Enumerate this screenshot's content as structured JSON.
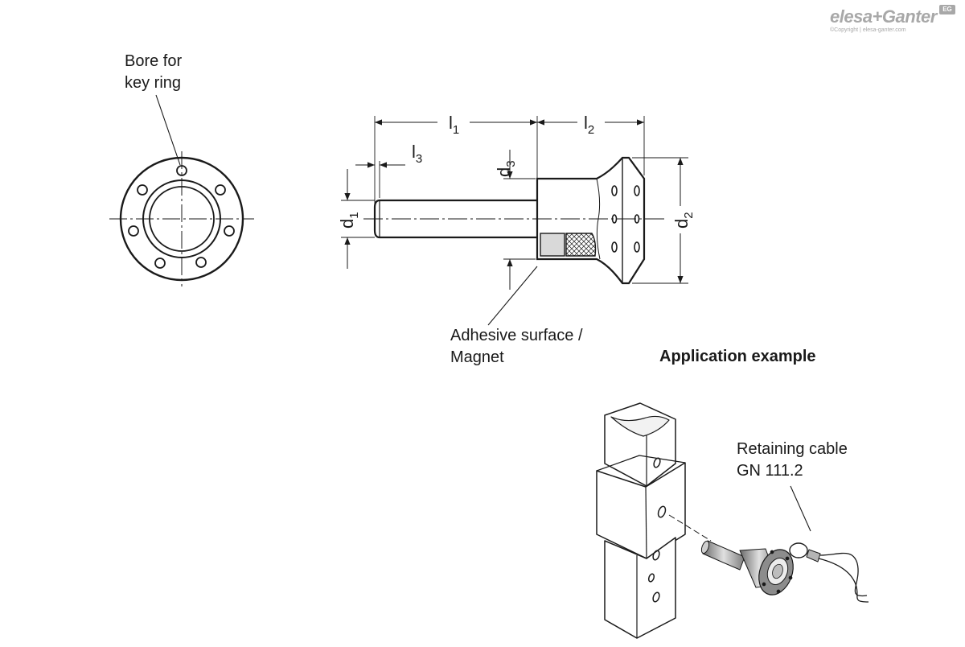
{
  "logo": {
    "brand": "elesa+Ganter",
    "badge": "EG",
    "copyright": "©Copyright | elesa-ganter.com"
  },
  "labels": {
    "bore_line1": "Bore for",
    "bore_line2": "key ring",
    "adhesive_line1": "Adhesive surface /",
    "adhesive_line2": "Magnet",
    "application": "Application example",
    "cable_line1": "Retaining cable",
    "cable_line2": "GN 111.2"
  },
  "dimensions": {
    "l1": {
      "base": "l",
      "sub": "1"
    },
    "l2": {
      "base": "l",
      "sub": "2"
    },
    "l3": {
      "base": "l",
      "sub": "3"
    },
    "d1": {
      "base": "d",
      "sub": "1"
    },
    "d2": {
      "base": "d",
      "sub": "2"
    },
    "d3": {
      "base": "d",
      "sub": "3"
    }
  },
  "colors": {
    "line": "#1a1a1a",
    "hatch_fill": "#d9d9d9",
    "logo_gray": "#a8a8a8"
  }
}
